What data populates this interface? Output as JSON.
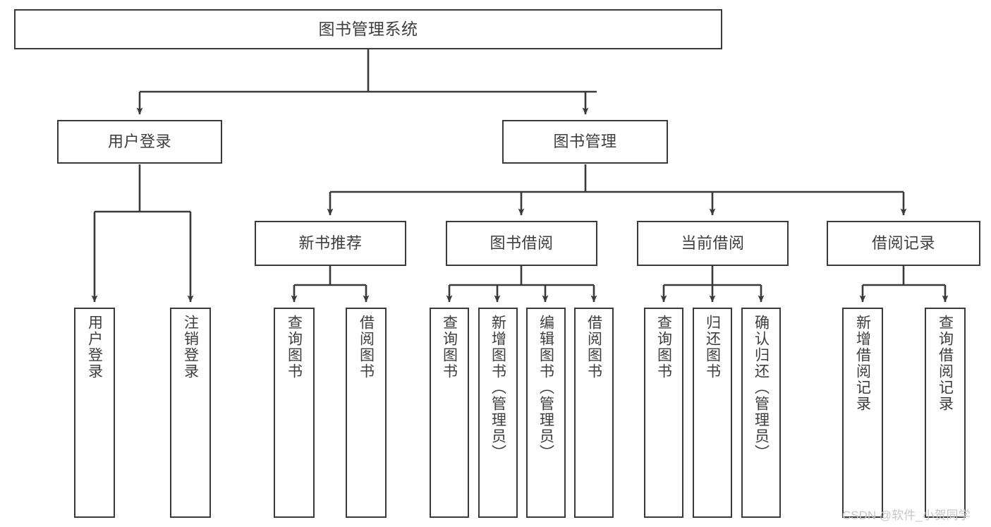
{
  "diagram": {
    "title": "图书管理系统",
    "type": "tree-hierarchy-chart",
    "colors": {
      "background": "#ffffff",
      "node_border": "#3a3a3a",
      "node_fill": "#ffffff",
      "text": "#3d3d3d",
      "connector": "#3a3a3a",
      "watermark": "#c7c7c7"
    }
  },
  "nodes": {
    "root": {
      "label": "图书管理系统"
    },
    "level1": [
      {
        "label": "用户登录"
      },
      {
        "label": "图书管理"
      }
    ],
    "level2": [
      {
        "label": "新书推荐"
      },
      {
        "label": "图书借阅"
      },
      {
        "label": "当前借阅"
      },
      {
        "label": "借阅记录"
      }
    ],
    "leaves": {
      "user_login": [
        {
          "label": "用户登录"
        },
        {
          "label": "注销登录"
        }
      ],
      "new_book_recommend": [
        {
          "label": "查询图书"
        },
        {
          "label": "借阅图书"
        }
      ],
      "book_borrow": [
        {
          "label": "查询图书"
        },
        {
          "label": "新增图书（管理员）"
        },
        {
          "label": "编辑图书（管理员）"
        },
        {
          "label": "借阅图书"
        }
      ],
      "current_borrow": [
        {
          "label": "查询图书"
        },
        {
          "label": "归还图书"
        },
        {
          "label": "确认归还（管理员）"
        }
      ],
      "borrow_record": [
        {
          "label": "新增借阅记录"
        },
        {
          "label": "查询借阅记录"
        }
      ]
    }
  },
  "watermark": {
    "text": "CSDN @软件_小贺同学"
  }
}
